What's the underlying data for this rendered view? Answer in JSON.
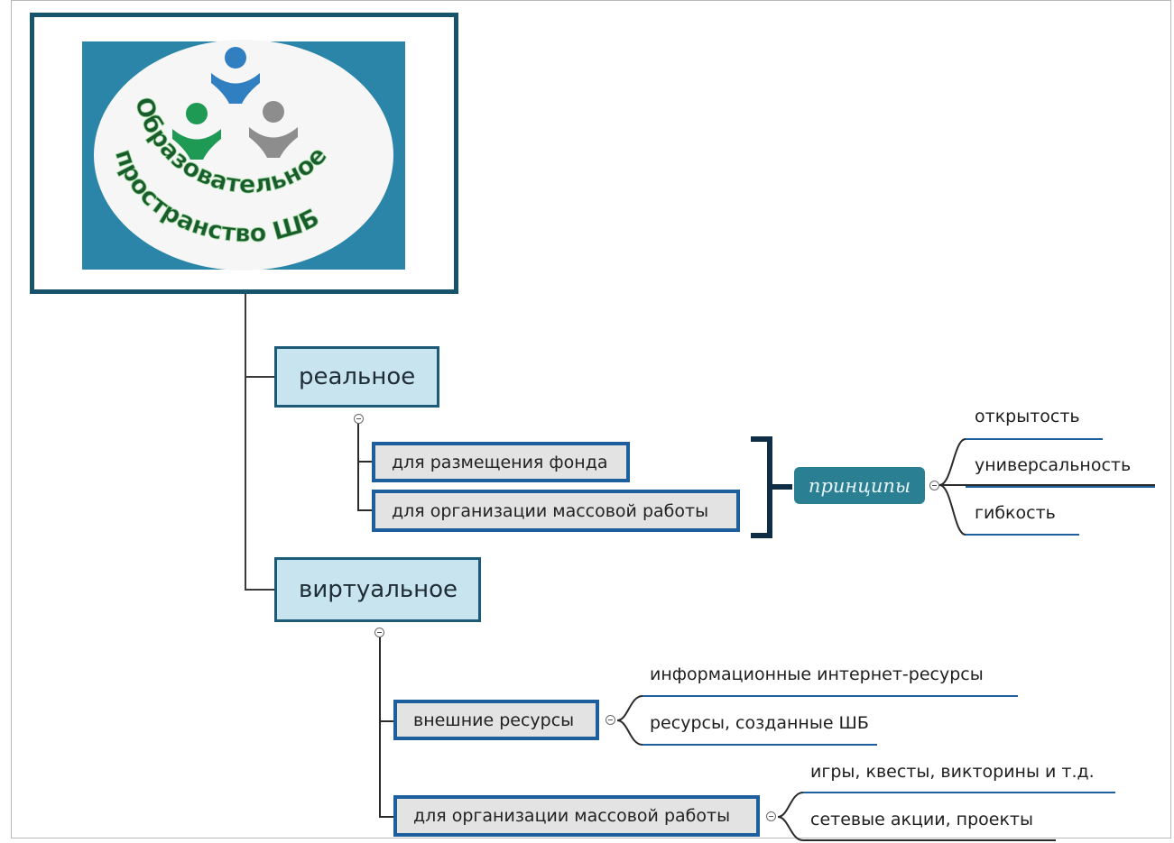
{
  "logo": {
    "text_line1": "Образовательное",
    "text_line2": "пространство ШБ",
    "colors": {
      "blue": "#2f7fc1",
      "green": "#1e9a55",
      "gray": "#8d8d8d",
      "frame": "#17546c",
      "panel": "#2a85a8"
    }
  },
  "nodes": {
    "real": {
      "label": "реальное"
    },
    "real_children": [
      {
        "label": "для размещения фонда"
      },
      {
        "label": "для организации массовой работы"
      }
    ],
    "principles": {
      "label": "принципы",
      "items": [
        "открытость",
        "универсальность",
        "гибкость"
      ]
    },
    "virtual": {
      "label": "виртуальное"
    },
    "external": {
      "label": "внешние ресурсы",
      "items": [
        "информационные интернет-ресурсы",
        "ресурсы, созданные ШБ"
      ]
    },
    "mass": {
      "label": "для организации массовой работы",
      "items": [
        "игры, квесты, викторины и т.д.",
        "сетевые акции, проекты"
      ]
    }
  },
  "colors": {
    "main_fill": "#c8e4ee",
    "sub_fill": "#e3e3e3",
    "sub_border": "#1d5f9c",
    "bracket": "#0f2d44",
    "principle_fill": "#2a7f93"
  }
}
